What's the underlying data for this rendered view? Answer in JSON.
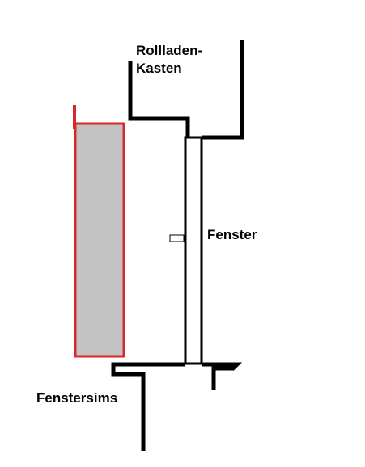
{
  "labels": {
    "rollladen_line1": "Rollladen-",
    "rollladen_line2": "Kasten",
    "fenster": "Fenster",
    "fenstersims": "Fenstersims"
  },
  "colors": {
    "line": "#000000",
    "shutter_border": "#d62a2a",
    "shutter_fill": "#c3c3c3",
    "background": "#ffffff"
  }
}
